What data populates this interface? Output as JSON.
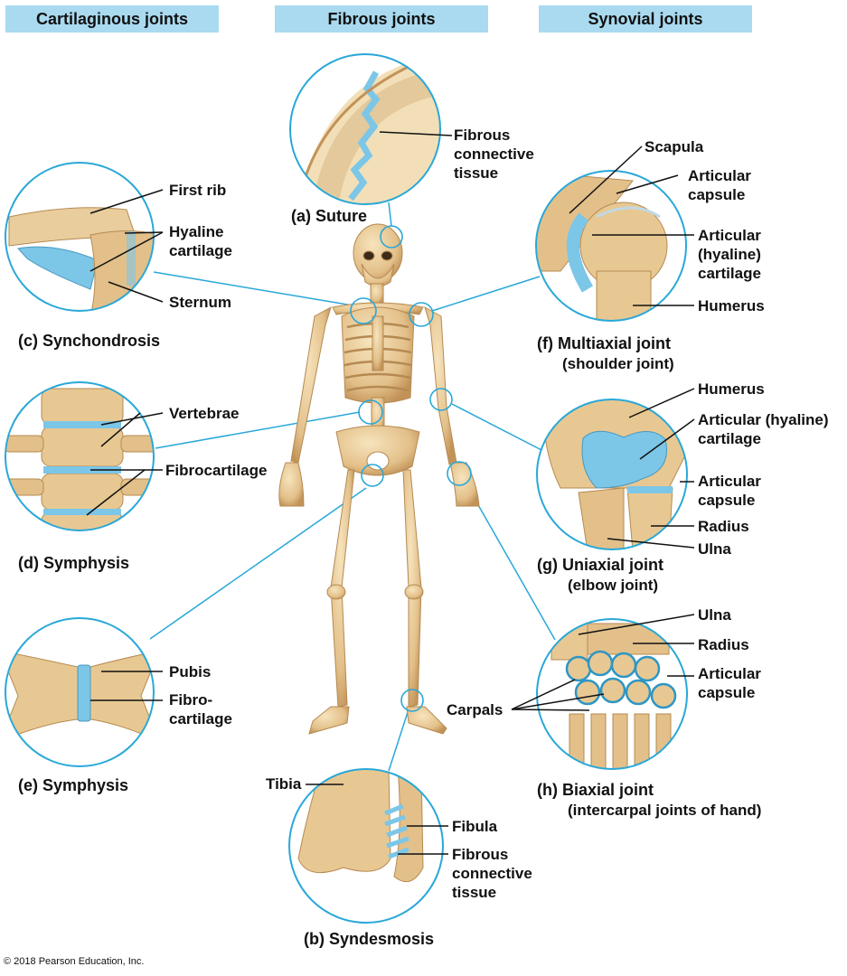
{
  "headers": {
    "cartilaginous": "Cartilaginous joints",
    "fibrous": "Fibrous joints",
    "synovial": "Synovial joints"
  },
  "captions": {
    "a": "(a) Suture",
    "b": "(b) Syndesmosis",
    "c": "(c) Synchondrosis",
    "d": "(d) Symphysis",
    "e": "(e) Symphysis",
    "f_line1": "(f) Multiaxial joint",
    "f_line2": "(shoulder joint)",
    "g_line1": "(g) Uniaxial joint",
    "g_line2": "(elbow joint)",
    "h_line1": "(h) Biaxial joint",
    "h_line2": "(intercarpal joints of hand)"
  },
  "labels": {
    "a_fibrous_1": "Fibrous",
    "a_fibrous_2": "connective",
    "a_fibrous_3": "tissue",
    "c_first_rib": "First rib",
    "c_hyaline_1": "Hyaline",
    "c_hyaline_2": "cartilage",
    "c_sternum": "Sternum",
    "d_vertebrae": "Vertebrae",
    "d_fibrocartilage": "Fibrocartilage",
    "e_pubis": "Pubis",
    "e_fibro_1": "Fibro-",
    "e_fibro_2": "cartilage",
    "b_tibia": "Tibia",
    "b_fibula": "Fibula",
    "b_fibrous_1": "Fibrous",
    "b_fibrous_2": "connective",
    "b_fibrous_3": "tissue",
    "f_scapula": "Scapula",
    "f_capsule_1": "Articular",
    "f_capsule_2": "capsule",
    "f_cart_1": "Articular",
    "f_cart_2": "(hyaline)",
    "f_cart_3": "cartilage",
    "f_humerus": "Humerus",
    "g_humerus": "Humerus",
    "g_cart_1": "Articular (hyaline)",
    "g_cart_2": "cartilage",
    "g_capsule_1": "Articular",
    "g_capsule_2": "capsule",
    "g_radius": "Radius",
    "g_ulna": "Ulna",
    "h_ulna": "Ulna",
    "h_radius": "Radius",
    "h_capsule_1": "Articular",
    "h_capsule_2": "capsule",
    "h_carpals": "Carpals"
  },
  "copyright": "© 2018 Pearson Education, Inc.",
  "colors": {
    "header_bg": "#a9daf0",
    "callout_line": "#29a8d8",
    "bone": "#e8c892",
    "bone_shadow": "#c89a5a",
    "cartilage": "#7cc6e8"
  }
}
